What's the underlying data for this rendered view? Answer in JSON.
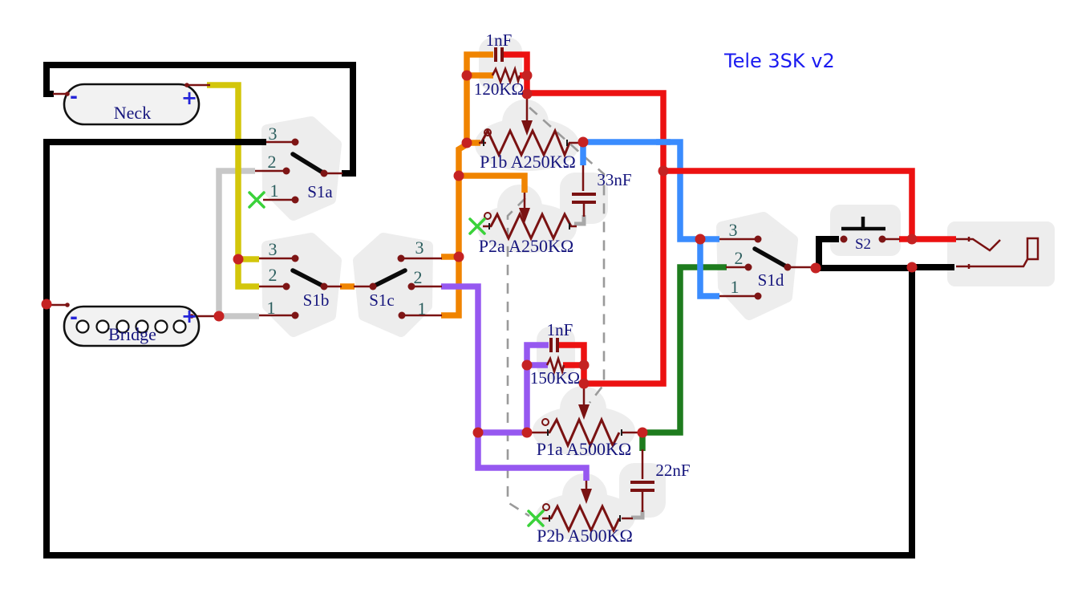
{
  "title": {
    "text": "Tele 3SK v2"
  },
  "colors": {
    "title": "#1b1bf0",
    "label": "#15157d",
    "number": "#2d5f5f",
    "sign": "#2424d8",
    "black": "#010101",
    "red": "#ec1111",
    "yellow": "#d3c60b",
    "orange": "#f08400",
    "purple": "#9658f0",
    "blue": "#3a8cfe",
    "green": "#1e7c1e",
    "gray": "#c8c8c8",
    "gray_stub": "#a8a8a8",
    "symbol": "#7a1212",
    "junction": "#c52222",
    "pin": "#7e1515",
    "x_mark": "#3ad23a",
    "gang_dash": "#9a9a9a",
    "blob": "#ededed"
  },
  "pickups": {
    "neck": {
      "name": "Neck",
      "minus": "-",
      "plus": "+"
    },
    "bridge": {
      "name": "Bridge",
      "minus": "-",
      "plus": "+"
    }
  },
  "switches": {
    "s1a": {
      "name": "S1a",
      "pos3": "3",
      "pos2": "2",
      "pos1": "1"
    },
    "s1b": {
      "name": "S1b",
      "pos3": "3",
      "pos2": "2",
      "pos1": "1"
    },
    "s1c": {
      "name": "S1c",
      "pos3": "3",
      "pos2": "2",
      "pos1": "1"
    },
    "s1d": {
      "name": "S1d",
      "pos3": "3",
      "pos2": "2",
      "pos1": "1"
    },
    "s2": {
      "name": "S2"
    }
  },
  "pots": {
    "p1b": {
      "label": "P1b A250KΩ"
    },
    "p2a": {
      "label": "P2a A250KΩ"
    },
    "p1a": {
      "label": "P1a A500KΩ"
    },
    "p2b": {
      "label": "P2b A500KΩ"
    }
  },
  "capacitors": {
    "c1": {
      "label": "1nF"
    },
    "c2": {
      "label": "33nF"
    },
    "c3": {
      "label": "1nF"
    },
    "c4": {
      "label": "22nF"
    }
  },
  "resistors": {
    "r1": {
      "label": "120KΩ"
    },
    "r2": {
      "label": "150KΩ"
    }
  }
}
